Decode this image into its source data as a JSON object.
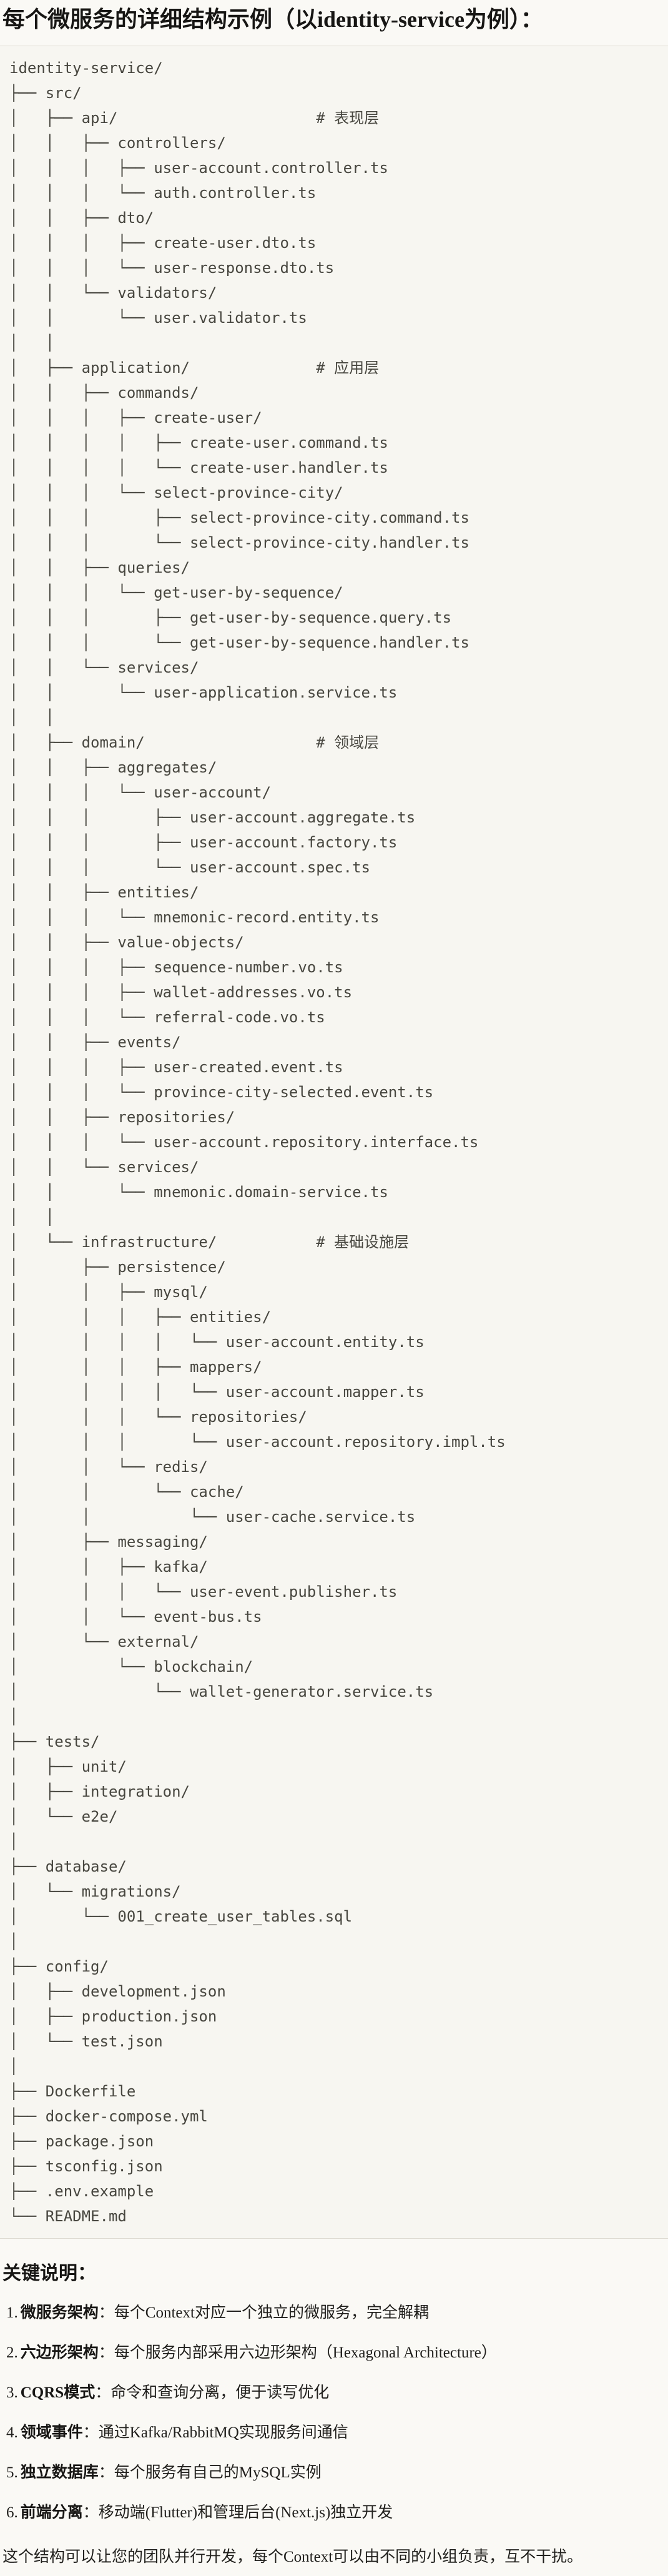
{
  "page": {
    "title": "每个微服务的详细结构示例（以identity-service为例）：",
    "colors": {
      "page_background": "#faf9f5",
      "code_background": "#f7f6f1",
      "code_border": "#dedbd2",
      "code_text": "#47463f",
      "heading_text": "#171614",
      "body_text": "#21201d"
    },
    "tree_lines": [
      "identity-service/",
      "├── src/",
      "│   ├── api/                      # 表现层",
      "│   │   ├── controllers/",
      "│   │   │   ├── user-account.controller.ts",
      "│   │   │   └── auth.controller.ts",
      "│   │   ├── dto/",
      "│   │   │   ├── create-user.dto.ts",
      "│   │   │   └── user-response.dto.ts",
      "│   │   └── validators/",
      "│   │       └── user.validator.ts",
      "│   │",
      "│   ├── application/              # 应用层",
      "│   │   ├── commands/",
      "│   │   │   ├── create-user/",
      "│   │   │   │   ├── create-user.command.ts",
      "│   │   │   │   └── create-user.handler.ts",
      "│   │   │   └── select-province-city/",
      "│   │   │       ├── select-province-city.command.ts",
      "│   │   │       └── select-province-city.handler.ts",
      "│   │   ├── queries/",
      "│   │   │   └── get-user-by-sequence/",
      "│   │   │       ├── get-user-by-sequence.query.ts",
      "│   │   │       └── get-user-by-sequence.handler.ts",
      "│   │   └── services/",
      "│   │       └── user-application.service.ts",
      "│   │",
      "│   ├── domain/                   # 领域层",
      "│   │   ├── aggregates/",
      "│   │   │   └── user-account/",
      "│   │   │       ├── user-account.aggregate.ts",
      "│   │   │       ├── user-account.factory.ts",
      "│   │   │       └── user-account.spec.ts",
      "│   │   ├── entities/",
      "│   │   │   └── mnemonic-record.entity.ts",
      "│   │   ├── value-objects/",
      "│   │   │   ├── sequence-number.vo.ts",
      "│   │   │   ├── wallet-addresses.vo.ts",
      "│   │   │   └── referral-code.vo.ts",
      "│   │   ├── events/",
      "│   │   │   ├── user-created.event.ts",
      "│   │   │   └── province-city-selected.event.ts",
      "│   │   ├── repositories/",
      "│   │   │   └── user-account.repository.interface.ts",
      "│   │   └── services/",
      "│   │       └── mnemonic.domain-service.ts",
      "│   │",
      "│   └── infrastructure/           # 基础设施层",
      "│       ├── persistence/",
      "│       │   ├── mysql/",
      "│       │   │   ├── entities/",
      "│       │   │   │   └── user-account.entity.ts",
      "│       │   │   ├── mappers/",
      "│       │   │   │   └── user-account.mapper.ts",
      "│       │   │   └── repositories/",
      "│       │   │       └── user-account.repository.impl.ts",
      "│       │   └── redis/",
      "│       │       └── cache/",
      "│       │           └── user-cache.service.ts",
      "│       ├── messaging/",
      "│       │   ├── kafka/",
      "│       │   │   └── user-event.publisher.ts",
      "│       │   └── event-bus.ts",
      "│       └── external/",
      "│           └── blockchain/",
      "│               └── wallet-generator.service.ts",
      "│",
      "├── tests/",
      "│   ├── unit/",
      "│   ├── integration/",
      "│   └── e2e/",
      "│",
      "├── database/",
      "│   └── migrations/",
      "│       └── 001_create_user_tables.sql",
      "│",
      "├── config/",
      "│   ├── development.json",
      "│   ├── production.json",
      "│   └── test.json",
      "│",
      "├── Dockerfile",
      "├── docker-compose.yml",
      "├── package.json",
      "├── tsconfig.json",
      "├── .env.example",
      "└── README.md"
    ],
    "notes": {
      "heading": "关键说明：",
      "items": [
        {
          "num": "1.",
          "term": "微服务架构",
          "sep": "：",
          "desc": "每个Context对应一个独立的微服务，完全解耦"
        },
        {
          "num": "2.",
          "term": "六边形架构",
          "sep": "：",
          "desc": "每个服务内部采用六边形架构（Hexagonal Architecture）"
        },
        {
          "num": "3.",
          "term": "CQRS模式",
          "sep": "：",
          "desc": "命令和查询分离，便于读写优化"
        },
        {
          "num": "4.",
          "term": "领域事件",
          "sep": "：",
          "desc": "通过Kafka/RabbitMQ实现服务间通信"
        },
        {
          "num": "5.",
          "term": "独立数据库",
          "sep": "：",
          "desc": "每个服务有自己的MySQL实例"
        },
        {
          "num": "6.",
          "term": "前端分离",
          "sep": "：",
          "desc": "移动端(Flutter)和管理后台(Next.js)独立开发"
        }
      ],
      "footer": "这个结构可以让您的团队并行开发，每个Context可以由不同的小组负责，互不干扰。"
    }
  }
}
